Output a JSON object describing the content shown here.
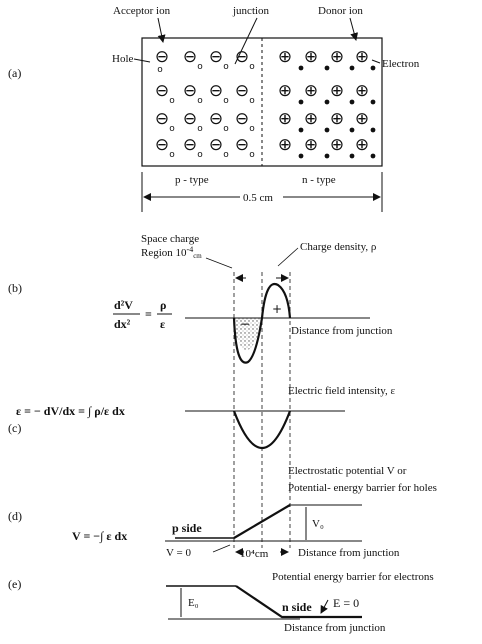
{
  "panel_labels": {
    "a": "(a)",
    "b": "(b)",
    "c": "(c)",
    "d": "(d)",
    "e": "(e)"
  },
  "panel_a": {
    "acceptor_ion": "Acceptor ion",
    "junction": "junction",
    "donor_ion": "Donor ion",
    "hole": "Hole",
    "electron": "Electron",
    "p_type": "p - type",
    "n_type": "n - type",
    "width": "0.5 cm",
    "acceptor_symbol": "⊖",
    "donor_symbol": "⊕",
    "hole_symbol": "o"
  },
  "panel_b": {
    "space_charge_line1": "Space charge",
    "space_charge_line2": "Region 10",
    "space_charge_exp": "-4",
    "space_charge_unit": "cm",
    "charge_density": "Charge density, ρ",
    "eq_num": "d²V",
    "eq_den": "dx²",
    "eq_eq": "=",
    "eq_rho": "ρ",
    "eq_eps": "ε",
    "distance": "Distance from junction",
    "minus": "−",
    "plus": "+"
  },
  "panel_c": {
    "electric_field": "Electric field intensity, ε",
    "equation": "ε = − dV/dx = ∫ ρ/ε dx"
  },
  "panel_d": {
    "potential_line1": "Electrostatic potential V or",
    "potential_line2": "Potential- energy barrier for holes",
    "v0": "V₀",
    "equation": "V = −∫ ε dx",
    "p_side": "p side",
    "v_zero": "V = 0",
    "width_label": "10⁴cm",
    "distance": "Distance from junction"
  },
  "panel_e": {
    "title": "Potential energy barrier for electrons",
    "e0": "E₀",
    "n_side": "n side",
    "e_zero": "E = 0",
    "distance": "Distance from junction"
  }
}
